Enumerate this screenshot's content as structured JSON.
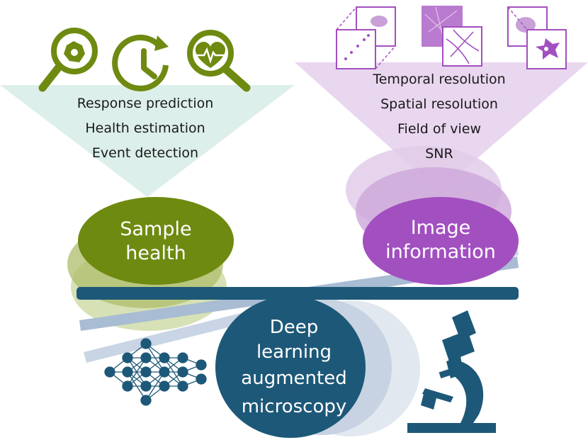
{
  "left_panel": {
    "items": [
      "Response prediction",
      "Health estimation",
      "Event detection"
    ],
    "icons": [
      "magnifier-cell-icon",
      "clock-refresh-icon",
      "magnifier-heart-icon"
    ],
    "color": "#6e8a10",
    "fan_color": "#dcefea"
  },
  "right_panel": {
    "items": [
      "Temporal resolution",
      "Spatial resolution",
      "Field of view",
      "SNR"
    ],
    "icons": [
      "time-lapse-frames-icon",
      "zoom-frames-icon",
      "field-of-view-frames-icon"
    ],
    "color": "#a24fc0",
    "fan_color": "#e9d6ef"
  },
  "sample_health": {
    "line1": "Sample",
    "line2": "health"
  },
  "image_information": {
    "line1": "Image",
    "line2": "information"
  },
  "center": {
    "lines": [
      "Deep",
      "learning",
      "augmented",
      "microscopy"
    ],
    "color": "#1a5276"
  },
  "decor": [
    "neural-network-icon",
    "microscope-icon",
    "balance-beam"
  ]
}
